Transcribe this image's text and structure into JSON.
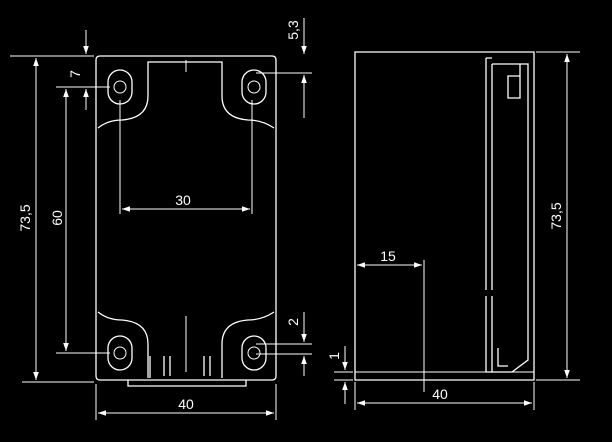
{
  "drawing": {
    "background": "#000000",
    "line_color": "#ffffff",
    "front_view": {
      "dim_overall_height": "73,5",
      "dim_hole_spacing": "60",
      "dim_top_offset": "7",
      "dim_top_margin": "5,3",
      "dim_window_width": "30",
      "dim_bottom_offset": "2",
      "dim_width": "40"
    },
    "side_view": {
      "dim_overall_height": "73,5",
      "dim_inner_offset": "15",
      "dim_base": "1",
      "dim_width": "40"
    }
  }
}
